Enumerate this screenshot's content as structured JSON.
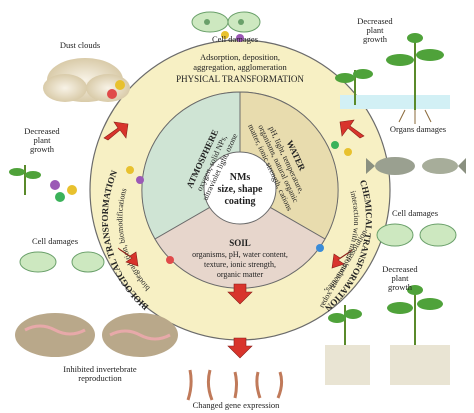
{
  "center": {
    "line1": "NMs",
    "line2": "size, shape",
    "line3": "coating"
  },
  "physical": {
    "title": "PHYSICAL TRANSFORMATION",
    "line1": "Adsorption, deposition,",
    "line2": "aggregation, agglomeration"
  },
  "chemical": {
    "title": "CHEMICAL TRANSFORMATION",
    "line1": "interaction with macromolecules,",
    "line2": "redox reactions, dissolution"
  },
  "biological": {
    "title": "BIOLOGICAL TRANSFORMATION",
    "line1": "biodegradation, biomodifications"
  },
  "atmosphere": {
    "title": "ATMOSPHERE",
    "line1": "oxygen, solid NPs,",
    "line2": "ultraviolet light, ozone"
  },
  "water": {
    "title": "WATER",
    "line1": "pH, light, temperature,",
    "line2": "organisms, natural organic",
    "line3": "matter, ionic strength, cations"
  },
  "soil": {
    "title": "SOIL",
    "line1": "organisms, pH, water content,",
    "line2": "texture, ionic strength,",
    "line3": "organic matter"
  },
  "outer_labels": {
    "dust_clouds": "Dust clouds",
    "cell_damages_top": "Cell damages",
    "decreased_plant_top_right": [
      "Decreased",
      "plant",
      "growth"
    ],
    "decreased_plant_left": [
      "Decreased",
      "plant",
      "growth"
    ],
    "organs_damages": "Organs damages",
    "cell_damages_right": "Cell damages",
    "cell_damages_left": "Cell damages",
    "decreased_plant_bottom_right": [
      "Decreased",
      "plant",
      "growth"
    ],
    "inhibited_invertebrate": [
      "Inhibited invertebrate",
      "reproduction"
    ],
    "changed_gene": "Changed gene expression"
  },
  "colors": {
    "outer_ring": "#f7f0c4",
    "atmosphere": "#cfe4d4",
    "water": "#e8dcae",
    "soil": "#e7d6cc",
    "center": "#ffffff",
    "arrow": "#d8342c"
  }
}
